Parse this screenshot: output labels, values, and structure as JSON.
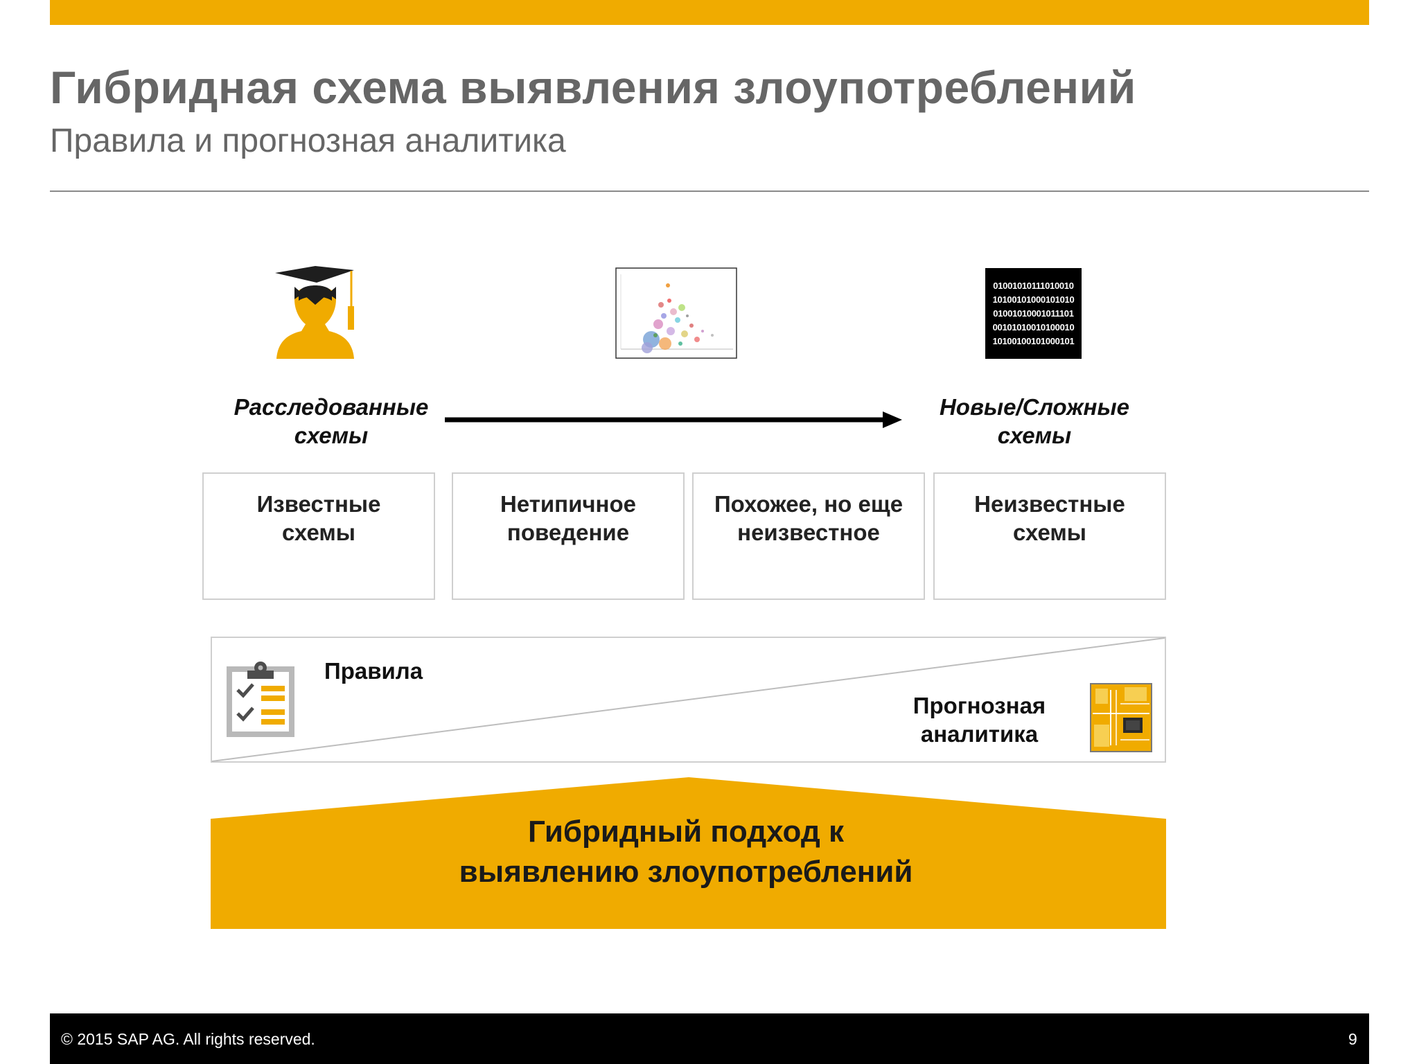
{
  "slide": {
    "title": "Гибридная схема выявления злоупотреблений",
    "subtitle": "Правила и прогнозная аналитика",
    "page_number": "9",
    "copyright": "©  2015 SAP AG. All rights reserved."
  },
  "stages": {
    "left_label_line1": "Расследованные",
    "left_label_line2": "схемы",
    "right_label_line1": "Новые/Сложные",
    "right_label_line2": "схемы"
  },
  "boxes": [
    {
      "line1": "Известные",
      "line2": "схемы"
    },
    {
      "line1": "Нетипичное",
      "line2": "поведение"
    },
    {
      "line1": "Похожее, но еще",
      "line2": "неизвестное"
    },
    {
      "line1": "Неизвестные",
      "line2": "схемы"
    }
  ],
  "spectrum": {
    "rules_label": "Правила",
    "analytics_line1": "Прогнозная",
    "analytics_line2": "аналитика"
  },
  "hybrid": {
    "line1": "Гибридный подход к",
    "line2": "выявлению злоупотреблений"
  },
  "binary_lines": [
    "01001010111010010",
    "10100101000101010",
    "01001010001011101",
    "00101010010100010",
    "10100100101000101"
  ],
  "icons": {
    "graduate": "graduate-icon",
    "scatter": "scatter-chart-icon",
    "binary": "binary-code-icon",
    "clipboard": "clipboard-checklist-icon",
    "circuit": "circuit-board-icon"
  },
  "colors": {
    "accent": "#F0AB00",
    "title_gray": "#666666",
    "footer": "#000000"
  }
}
